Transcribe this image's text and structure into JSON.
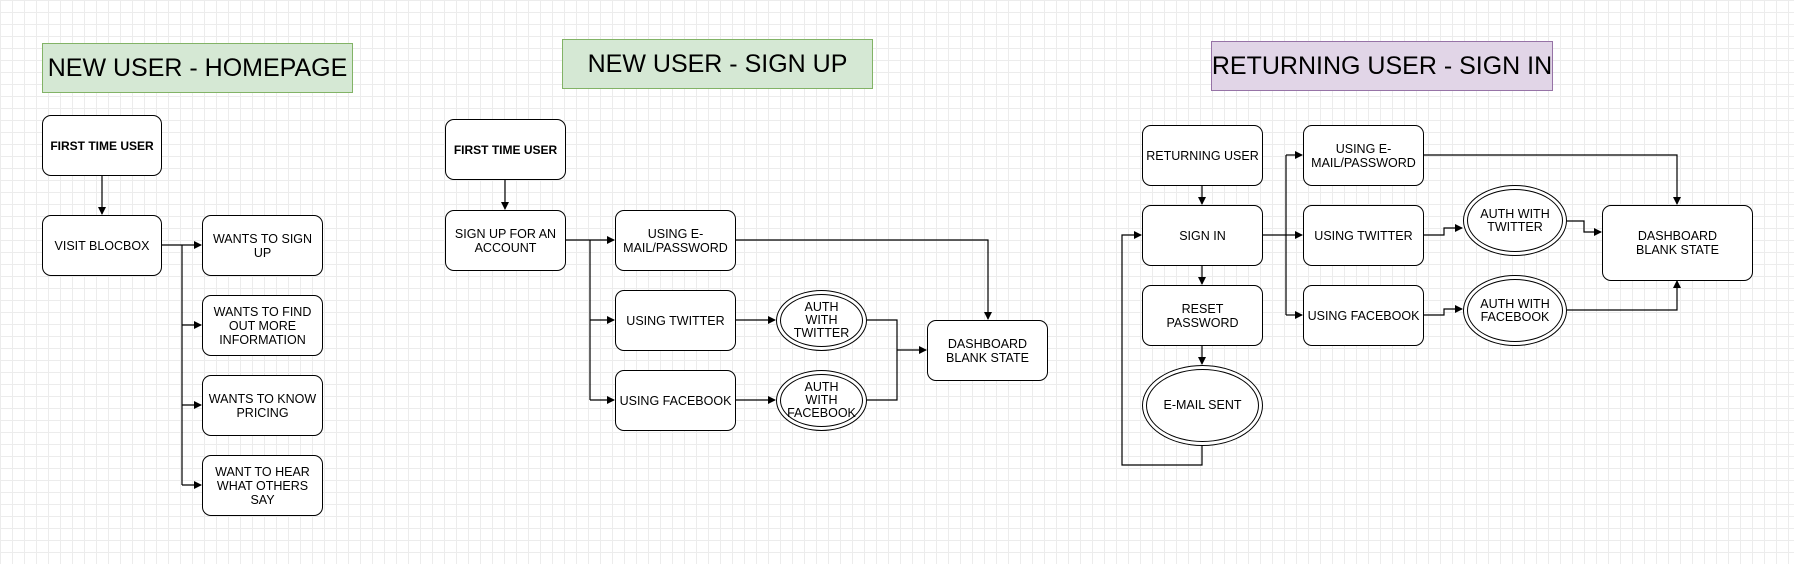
{
  "sections": {
    "homepage": {
      "title": "NEW USER - HOMEPAGE",
      "nodes": {
        "first_time_user": "FIRST TIME USER",
        "visit_blocbox": "VISIT BLOCBOX",
        "wants_sign_up": "WANTS TO SIGN UP",
        "wants_find_out": "WANTS TO FIND OUT MORE INFORMATION",
        "wants_pricing": "WANTS TO KNOW PRICING",
        "want_hear": "WANT TO HEAR WHAT OTHERS SAY"
      }
    },
    "signup": {
      "title": "NEW USER - SIGN UP",
      "nodes": {
        "first_time_user": "FIRST TIME USER",
        "sign_up": "SIGN UP FOR AN ACCOUNT",
        "using_email": "USING E-MAIL/PASSWORD",
        "using_twitter": "USING TWITTER",
        "using_facebook": "USING FACEBOOK",
        "auth_twitter": "AUTH WITH TWITTER",
        "auth_facebook": "AUTH WITH FACEBOOK",
        "dashboard": "DASHBOARD BLANK STATE"
      }
    },
    "signin": {
      "title": "RETURNING USER - SIGN IN",
      "nodes": {
        "returning_user": "RETURNING USER",
        "sign_in": "SIGN IN",
        "reset_password": "RESET PASSWORD",
        "email_sent": "E-MAIL SENT",
        "using_email": "USING E-MAIL/PASSWORD",
        "using_twitter": "USING TWITTER",
        "using_facebook": "USING FACEBOOK",
        "auth_twitter": "AUTH WITH TWITTER",
        "auth_facebook": "AUTH WITH FACEBOOK",
        "dashboard": "DASHBOARD BLANK STATE"
      }
    }
  },
  "colors": {
    "green_fill": "#d5e8d4",
    "green_border": "#82b366",
    "purple_fill": "#e1d5e7",
    "purple_border": "#9673a6",
    "line": "#000000"
  }
}
